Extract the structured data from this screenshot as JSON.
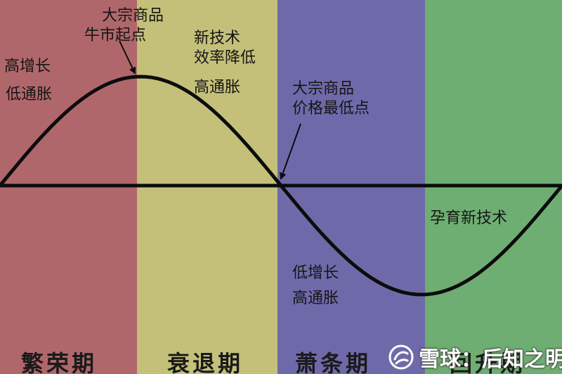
{
  "colors": {
    "prosperity": "#b0676b",
    "recession": "#c4c07a",
    "depression": "#6e6aaa",
    "recovery": "#6fae72",
    "line": "#0c0c0c"
  },
  "phases": {
    "prosperity": "繁荣期",
    "recession": "衰退期",
    "depression": "萧条期",
    "recovery": "回升期"
  },
  "annotations": {
    "peak_l1": "大宗商品",
    "peak_l2": "牛市起点",
    "high_growth_l1": "高增长",
    "high_growth_l2": "低通胀",
    "tech_l1": "新技术",
    "tech_l2": "效率降低",
    "tech_l3": "高通胀",
    "bottom_l1": "大宗商品",
    "bottom_l2": "价格最低点",
    "new_tech": "孕育新技术",
    "low_growth_l1": "低增长",
    "low_growth_l2": "高通胀"
  },
  "watermark": {
    "icon": "snowball-logo-icon",
    "text": "雪球：后知之明"
  }
}
